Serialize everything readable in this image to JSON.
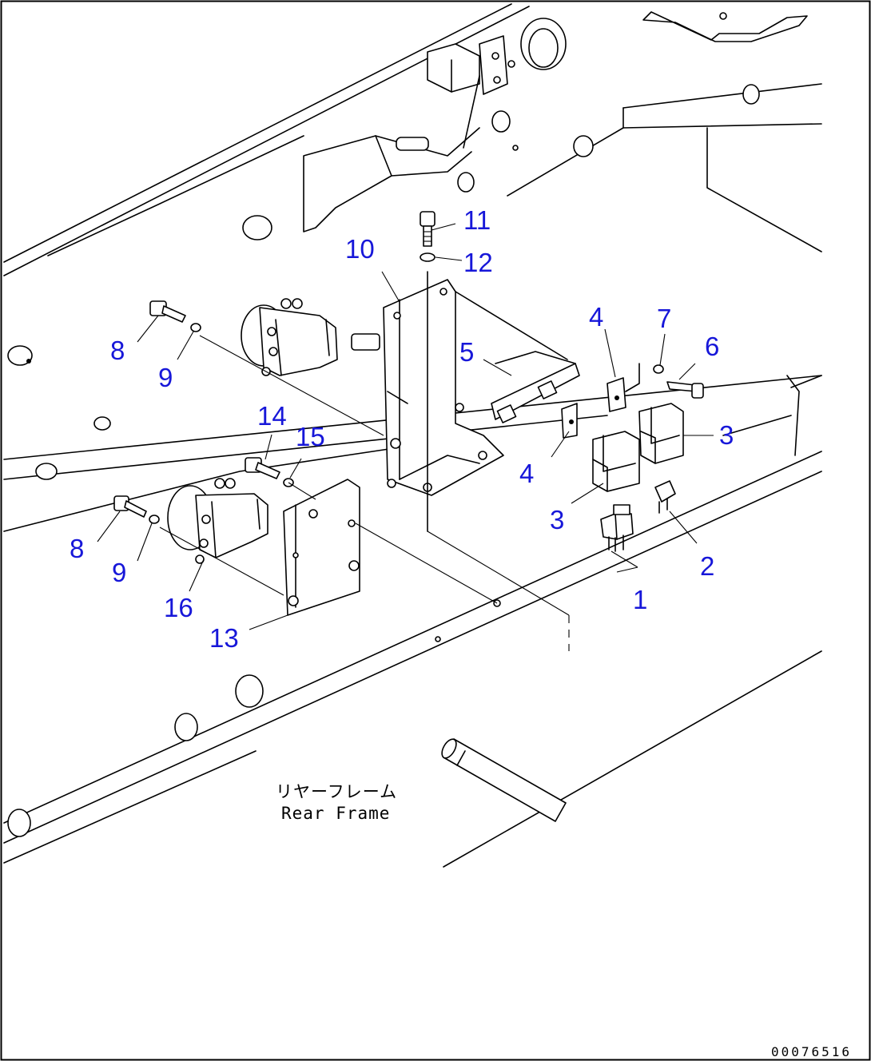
{
  "callouts": [
    {
      "label": "1"
    },
    {
      "label": "2"
    },
    {
      "label": "3"
    },
    {
      "label": "3"
    },
    {
      "label": "4"
    },
    {
      "label": "4"
    },
    {
      "label": "5"
    },
    {
      "label": "6"
    },
    {
      "label": "7"
    },
    {
      "label": "8"
    },
    {
      "label": "8"
    },
    {
      "label": "9"
    },
    {
      "label": "9"
    },
    {
      "label": "10"
    },
    {
      "label": "11"
    },
    {
      "label": "12"
    },
    {
      "label": "13"
    },
    {
      "label": "14"
    },
    {
      "label": "15"
    },
    {
      "label": "16"
    }
  ],
  "caption": {
    "japanese": "リヤーフレーム",
    "english": "Rear Frame"
  },
  "document_id": "00076516",
  "colors": {
    "callout": "#1717d9",
    "line": "#000000",
    "background": "#ffffff"
  }
}
